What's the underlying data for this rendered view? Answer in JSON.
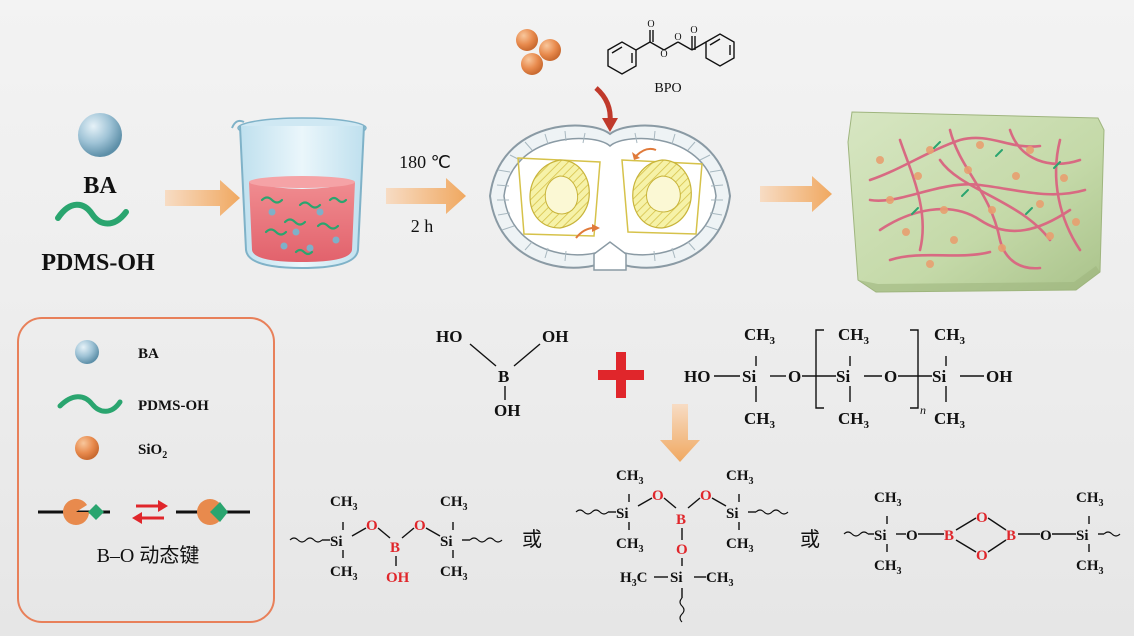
{
  "materials": {
    "ba": "BA",
    "pdms": "PDMS-OH",
    "bpo": "BPO"
  },
  "conditions": {
    "temperature": "180 ℃",
    "time": "2 h"
  },
  "legend": {
    "ba": "BA",
    "pdms": "PDMS-OH",
    "sio2_main": "SiO",
    "sio2_sub": "2",
    "bond": "B–O 动态键"
  },
  "chem": {
    "HO": "HO",
    "OH": "OH",
    "B": "B",
    "Si": "Si",
    "O": "O",
    "CH3_main": "CH",
    "CH3_sub": "3",
    "H3C": "H",
    "H3C_sub": "3",
    "H3C_C": "C",
    "n": "n",
    "or": "或"
  },
  "colors": {
    "accent_red": "#e0262b",
    "arrow_orange": "#f0a860",
    "frame_orange": "#e8805a"
  }
}
